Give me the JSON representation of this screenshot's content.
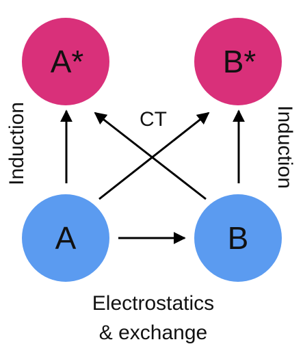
{
  "nodes": {
    "a_star": {
      "label": "A*",
      "color": "#d9307a"
    },
    "b_star": {
      "label": "B*",
      "color": "#d9307a"
    },
    "a": {
      "label": "A",
      "color": "#5b9bf0"
    },
    "b": {
      "label": "B",
      "color": "#5b9bf0"
    }
  },
  "edges": {
    "a_to_a_star": {
      "from": "A",
      "to": "A*"
    },
    "b_to_b_star": {
      "from": "B",
      "to": "B*"
    },
    "a_to_b_star": {
      "from": "A",
      "to": "B*"
    },
    "b_to_a_star": {
      "from": "B",
      "to": "A*"
    },
    "a_to_b": {
      "from": "A",
      "to": "B"
    }
  },
  "labels": {
    "induction_left": "Induction",
    "induction_right": "Induction",
    "ct": "CT",
    "bottom_line1": "Electrostatics",
    "bottom_line2": "& exchange"
  }
}
